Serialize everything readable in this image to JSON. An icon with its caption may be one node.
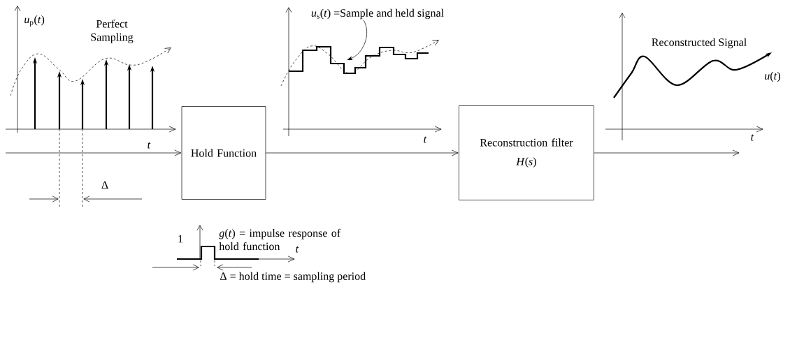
{
  "diagram": {
    "nodes": [
      {
        "text": [
          "Hold Function"
        ]
      },
      {
        "text": [
          "Reconstruction filter",
          "*H*(*s*)"
        ]
      },
      {
        "text": [
          "*u*$_{s}$(*t*) =Sample and held signal"
        ]
      }
    ],
    "edges": [
      {
        "from": null,
        "to": 0,
        "arrow": "to"
      },
      {
        "from": 0,
        "to": 1,
        "arrow": "to"
      },
      {
        "from": 1,
        "to": null,
        "arrow": "to"
      },
      {
        "from": 2,
        "to": null,
        "arrow": "to"
      }
    ],
    "labels": [
      "*u*$_{p}$(*t*)",
      "Perfect Sampling",
      "*t*",
      "Δ",
      "*t*",
      "Reconstructed Signal",
      "*u*(*t*)",
      "*t*",
      "1",
      "*g*(*t*) = impulse response of hold function",
      "*t*",
      "Δ = hold time = sampling period"
    ]
  }
}
